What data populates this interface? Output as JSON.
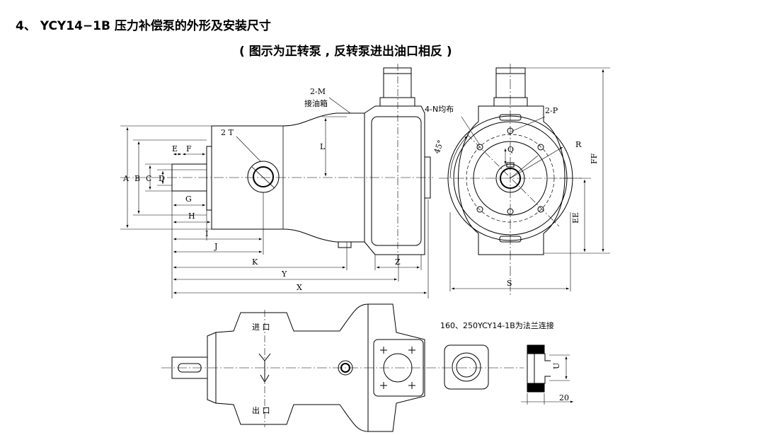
{
  "heading": {
    "title": "4、 YCY14−1B 压力补偿泵的外形及安装尺寸",
    "subtitle": "( 图示为正转泵 , 反转泵进出油口相反 )"
  },
  "labels": {
    "drain_port": "2-M",
    "drain_note": "接油箱",
    "port_t": "2 T",
    "holes": "4-N均布",
    "port_p": "2-P",
    "angle": "45°",
    "inlet": "进 口",
    "outlet": "出 口",
    "flange_note": "160、250YCY14-1B为法兰连接"
  },
  "dims": {
    "A": "A",
    "B": "B",
    "C": "C",
    "D": "D",
    "E": "E",
    "F": "F",
    "G": "G",
    "H": "H",
    "I": "I",
    "J": "J",
    "K": "K",
    "L": "L",
    "Y": "Y",
    "X": "X",
    "Z": "Z",
    "Q": "Q",
    "R": "R",
    "S": "S",
    "FF": "FF",
    "EE": "EE",
    "U": "U",
    "T20": "20"
  }
}
